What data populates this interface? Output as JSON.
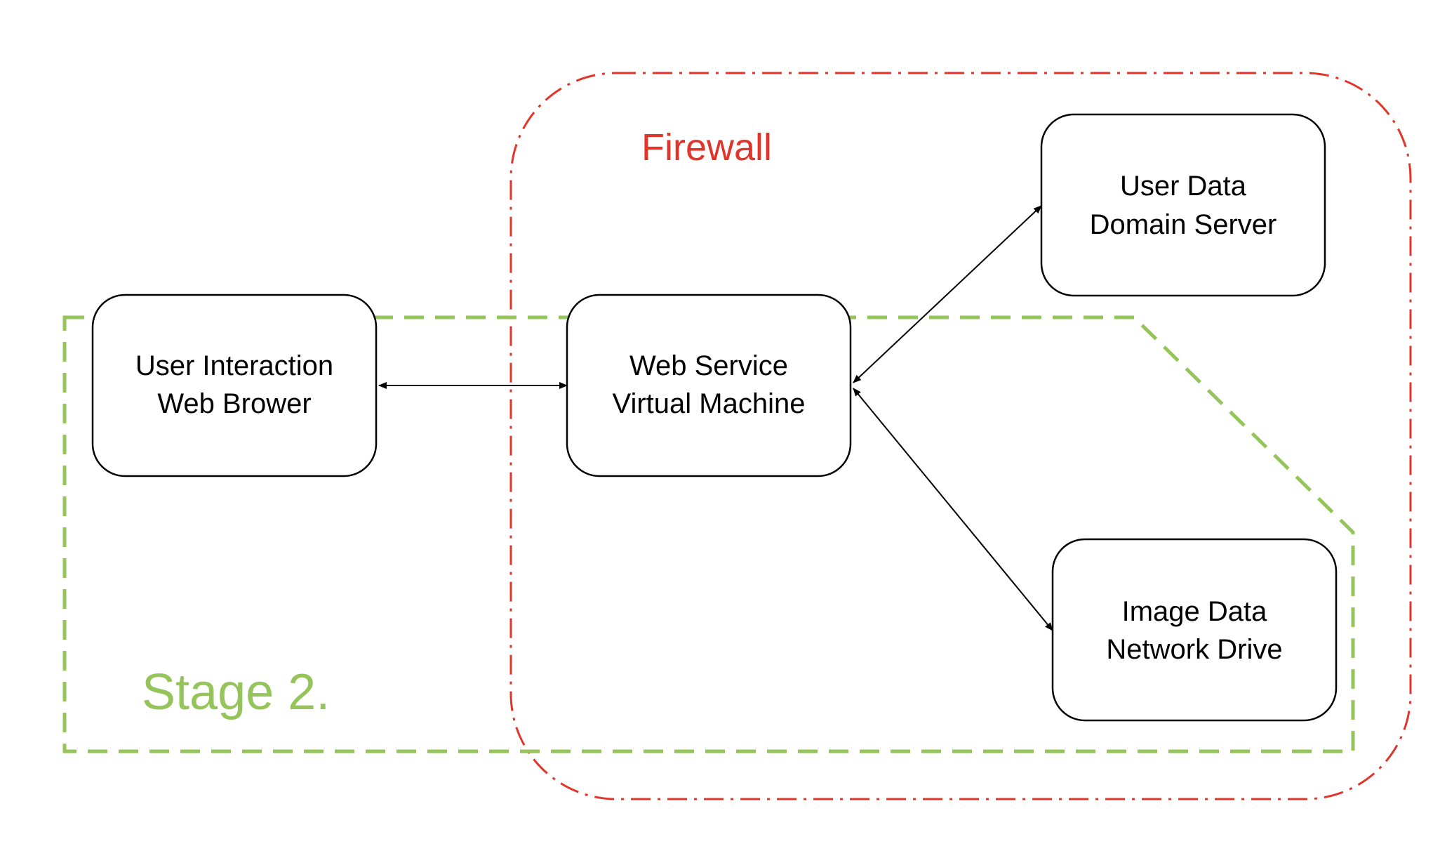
{
  "colors": {
    "firewall": "#e0352b",
    "stage": "#94c45a",
    "node_stroke": "#000000",
    "background": "#ffffff"
  },
  "firewall": {
    "label": "Firewall"
  },
  "stage": {
    "label": "Stage 2."
  },
  "nodes": {
    "user_interaction": {
      "line1": "User Interaction",
      "line2": "Web Brower"
    },
    "web_service": {
      "line1": "Web Service",
      "line2": "Virtual Machine"
    },
    "user_data": {
      "line1": "User Data",
      "line2": "Domain Server"
    },
    "image_data": {
      "line1": "Image Data",
      "line2": "Network Drive"
    }
  },
  "connections": [
    {
      "from": "user_interaction",
      "to": "web_service",
      "direction": "bidirectional"
    },
    {
      "from": "web_service",
      "to": "user_data",
      "direction": "bidirectional"
    },
    {
      "from": "web_service",
      "to": "image_data",
      "direction": "bidirectional"
    }
  ]
}
